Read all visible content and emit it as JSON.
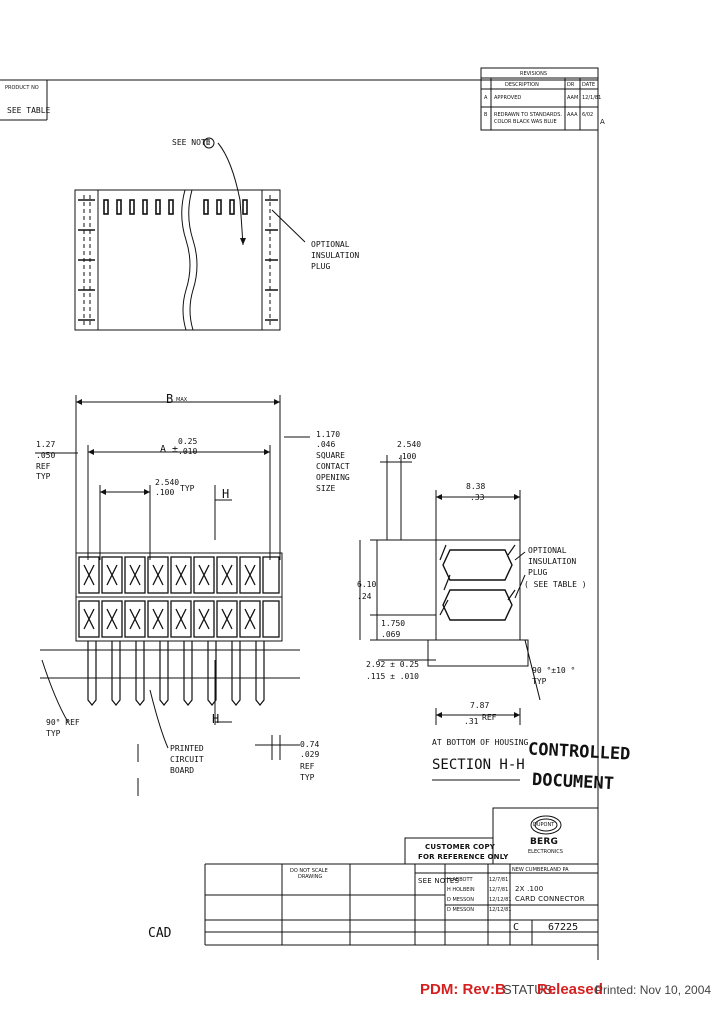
{
  "header": {
    "product_no_label": "PRODUCT NO",
    "see_table": "SEE TABLE"
  },
  "revisions": {
    "title": "REVISIONS",
    "col_description": "DESCRIPTION",
    "col_dr": "DR",
    "col_date": "DATE",
    "rows": [
      {
        "ltr": "A",
        "desc": "APPROVED",
        "dr": "AAM",
        "date": "12/1/81"
      },
      {
        "ltr": "B",
        "desc": "REDRAWN TO STANDARDS.",
        "desc2": "COLOR BLACK WAS BLUE",
        "dr": "AAA",
        "date": "6/02"
      }
    ],
    "side_letter": "A"
  },
  "top_view": {
    "see_note": "SEE NOTE",
    "note_num": "3",
    "optional": "OPTIONAL",
    "insulation": "INSULATION",
    "plug": "PLUG"
  },
  "front_view": {
    "b_label": "B",
    "b_max": "MAX",
    "a_label": "A ±",
    "a_tol_top": "0.25",
    "a_tol_bot": ".010",
    "dim_127_top": "1.27",
    "dim_127_bot": ".050",
    "ref": "REF",
    "typ": "TYP",
    "dim_2540_top": "2.540",
    "dim_2540_bot": ".100",
    "typ2": "TYP",
    "dim_1170_top": "1.170",
    "dim_1170_bot": ".046",
    "square": "SQUARE",
    "contact": "CONTACT",
    "opening": "OPENING",
    "size": "SIZE",
    "h_top": "H",
    "h_bot": "H",
    "deg_ref": "90° REF",
    "typ3": "TYP",
    "printed": "PRINTED",
    "circuit": "CIRCUIT",
    "board": "BOARD",
    "dim_074_top": "0.74",
    "dim_074_bot": ".029",
    "ref2": "REF",
    "typ4": "TYP"
  },
  "section_view": {
    "dim_2540_top": "2.540",
    "dim_2540_bot": ".100",
    "dim_838_top": "8.38",
    "dim_838_bot": ".33",
    "optional": "OPTIONAL",
    "insulation": "INSULATION",
    "plug": "PLUG",
    "see_table": "( SEE TABLE )",
    "dim_610_top": "6.10",
    "dim_610_bot": ".24",
    "dim_1750_top": "1.750",
    "dim_1750_bot": ".069",
    "dim_292_top": "2.92 ± 0.25",
    "dim_292_bot": ".115 ± .010",
    "deg": "90 °±10 °",
    "typ": "TYP",
    "dim_787_top": "7.87",
    "dim_787_bot": ".31",
    "ref": "REF",
    "at_bottom": "AT BOTTOM OF HOUSING",
    "section": "SECTION H-H"
  },
  "stamp": {
    "line1": "CONTROLLED",
    "line2": "DOCUMENT"
  },
  "customer_copy": {
    "line1": "CUSTOMER COPY",
    "line2": "FOR REFERENCE ONLY"
  },
  "title_block": {
    "company": "BERG",
    "company_sub": "ELECTRONICS",
    "berg_logo_text": "DUPONT",
    "note_row": "NEW CUMBERLAND PA",
    "do_not_scale": "DO NOT SCALE",
    "drawing": "DRAWING",
    "see_notes": "SEE NOTES",
    "title_line1": "2X .100",
    "title_line2": "CARD CONNECTOR",
    "size_label": "C",
    "dwg_no": "67225",
    "names": [
      "H ABBOTT",
      "H HOLBEIN",
      "D MESSON",
      "D MESSON"
    ],
    "dates": [
      "12/7/81",
      "12/7/81",
      "12/12/81",
      "12/12/81"
    ],
    "cad": "CAD"
  },
  "footer": {
    "pdm": "PDM: Rev:B",
    "status_label": "STATUS:",
    "status_value": "Released",
    "printed": "Printed: Nov 10, 2004"
  }
}
